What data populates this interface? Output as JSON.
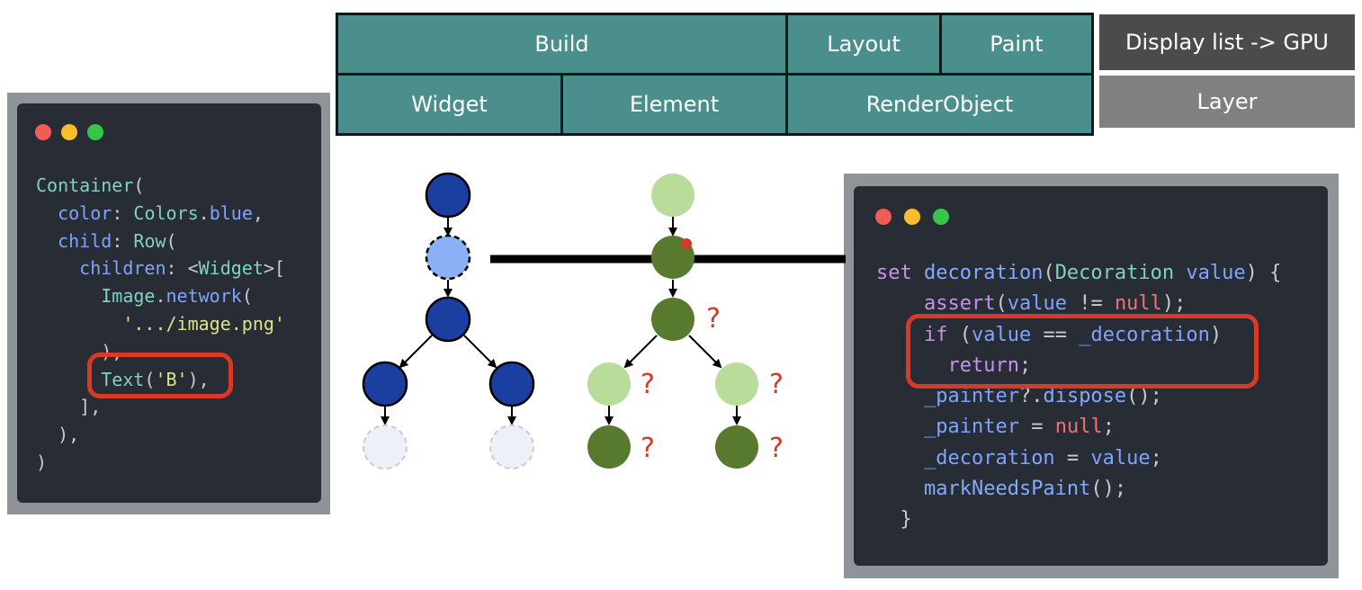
{
  "pipeline": {
    "build": "Build",
    "layout": "Layout",
    "paint": "Paint",
    "widget": "Widget",
    "element": "Element",
    "render_object": "RenderObject",
    "display_list": "Display list -> GPU",
    "layer": "Layer"
  },
  "colors": {
    "teal": "#4a8f8b",
    "widget_node": "#1a3fa0",
    "widget_node_dirty": "#8cb0f5",
    "widget_node_ghost": "#eef0f8",
    "element_node_light": "#b9dc9a",
    "element_node_dark": "#587a2e",
    "highlight": "#d93a26"
  },
  "left_code": {
    "lines": [
      [
        [
          "tk-cls",
          "Container"
        ],
        [
          "tk-plain",
          "("
        ]
      ],
      [
        [
          "tk-plain",
          "  "
        ],
        [
          "tk-prop",
          "color"
        ],
        [
          "tk-plain",
          ": "
        ],
        [
          "tk-cls",
          "Colors"
        ],
        [
          "tk-plain",
          "."
        ],
        [
          "tk-prop",
          "blue"
        ],
        [
          "tk-plain",
          ","
        ]
      ],
      [
        [
          "tk-plain",
          "  "
        ],
        [
          "tk-prop",
          "child"
        ],
        [
          "tk-plain",
          ": "
        ],
        [
          "tk-cls",
          "Row"
        ],
        [
          "tk-plain",
          "("
        ]
      ],
      [
        [
          "tk-plain",
          "    "
        ],
        [
          "tk-prop",
          "children"
        ],
        [
          "tk-plain",
          ": <"
        ],
        [
          "tk-cls",
          "Widget"
        ],
        [
          "tk-plain",
          ">["
        ]
      ],
      [
        [
          "tk-plain",
          "      "
        ],
        [
          "tk-cls",
          "Image"
        ],
        [
          "tk-plain",
          "."
        ],
        [
          "tk-prop",
          "network"
        ],
        [
          "tk-plain",
          "("
        ]
      ],
      [
        [
          "tk-plain",
          "        "
        ],
        [
          "tk-str",
          "'.../image.png'"
        ]
      ],
      [
        [
          "tk-plain",
          "      ),"
        ]
      ],
      [
        [
          "tk-plain",
          "      "
        ],
        [
          "tk-cls",
          "Text"
        ],
        [
          "tk-plain",
          "("
        ],
        [
          "tk-str",
          "'B'"
        ],
        [
          "tk-plain",
          "),"
        ]
      ],
      [
        [
          "tk-plain",
          "    ],"
        ]
      ],
      [
        [
          "tk-plain",
          "  ),"
        ]
      ],
      [
        [
          "tk-plain",
          ")"
        ]
      ]
    ]
  },
  "right_code": {
    "lines": [
      [
        [
          "tk-kw",
          "set "
        ],
        [
          "tk-fn",
          "decoration"
        ],
        [
          "tk-plain",
          "("
        ],
        [
          "tk-cls",
          "Decoration "
        ],
        [
          "tk-prop",
          "value"
        ],
        [
          "tk-plain",
          ") {"
        ]
      ],
      [
        [
          "tk-plain",
          "    "
        ],
        [
          "tk-kw",
          "assert"
        ],
        [
          "tk-plain",
          "("
        ],
        [
          "tk-prop",
          "value"
        ],
        [
          "tk-plain",
          " != "
        ],
        [
          "tk-lit",
          "null"
        ],
        [
          "tk-plain",
          ");"
        ]
      ],
      [
        [
          "tk-plain",
          "    "
        ],
        [
          "tk-kw",
          "if "
        ],
        [
          "tk-plain",
          "("
        ],
        [
          "tk-prop",
          "value"
        ],
        [
          "tk-plain",
          " == "
        ],
        [
          "tk-prop",
          "_decoration"
        ],
        [
          "tk-plain",
          ")"
        ]
      ],
      [
        [
          "tk-plain",
          "      "
        ],
        [
          "tk-kw",
          "return"
        ],
        [
          "tk-plain",
          ";"
        ]
      ],
      [
        [
          "tk-plain",
          "    "
        ],
        [
          "tk-prop",
          "_painter"
        ],
        [
          "tk-plain",
          "?."
        ],
        [
          "tk-fn",
          "dispose"
        ],
        [
          "tk-plain",
          "();"
        ]
      ],
      [
        [
          "tk-plain",
          "    "
        ],
        [
          "tk-prop",
          "_painter"
        ],
        [
          "tk-plain",
          " = "
        ],
        [
          "tk-lit",
          "null"
        ],
        [
          "tk-plain",
          ";"
        ]
      ],
      [
        [
          "tk-plain",
          "    "
        ],
        [
          "tk-prop",
          "_decoration"
        ],
        [
          "tk-plain",
          " = "
        ],
        [
          "tk-prop",
          "value"
        ],
        [
          "tk-plain",
          ";"
        ]
      ],
      [
        [
          "tk-plain",
          "    "
        ],
        [
          "tk-fn",
          "markNeedsPaint"
        ],
        [
          "tk-plain",
          "();"
        ]
      ],
      [
        [
          "tk-plain",
          "  }"
        ]
      ]
    ]
  },
  "question_mark": "?"
}
